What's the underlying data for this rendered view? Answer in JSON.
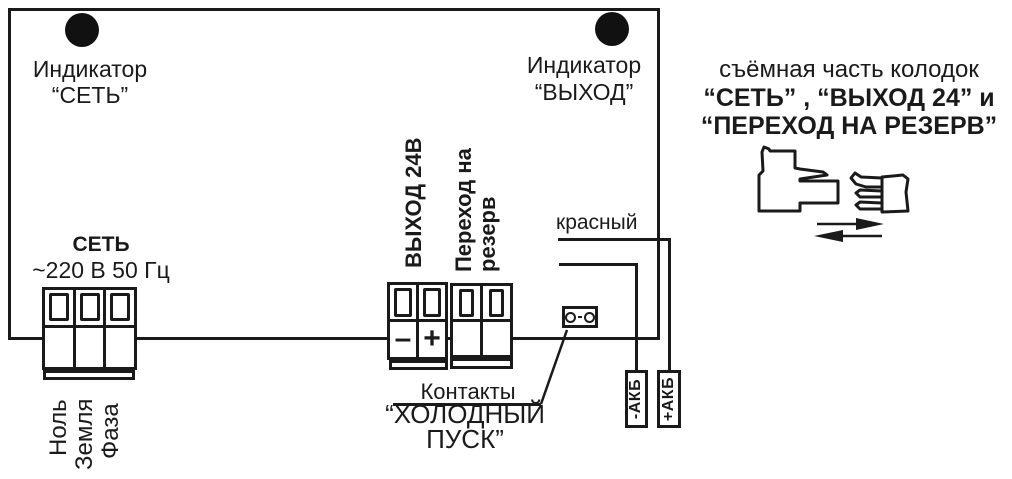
{
  "colors": {
    "ink": "#1a1a1a"
  },
  "panel": {
    "indicator_net": {
      "line1": "Индикатор",
      "line2": "“СЕТЬ”"
    },
    "indicator_out": {
      "line1": "Индикатор",
      "line2": "“ВЫХОД”"
    }
  },
  "mains": {
    "title": "СЕТЬ",
    "rating": "~220 В 50 Гц",
    "terminals": [
      "Ноль",
      "Земля",
      "Фаза"
    ]
  },
  "output24": {
    "label": "ВЫХОД 24В",
    "minus": "–",
    "plus": "+"
  },
  "reserve": {
    "label_line1": "Переход на",
    "label_line2": "резерв"
  },
  "battery": {
    "red_wire": "красный",
    "neg": "-АКБ",
    "pos": "+АКБ"
  },
  "cold_start": {
    "caption": "Контакты",
    "name_line1": "“ХОЛОДНЫЙ",
    "name_line2": "ПУСК”"
  },
  "removable_note": {
    "line1": "съёмная часть колодок",
    "line2": "“СЕТЬ” , “ВЫХОД 24” и",
    "line3": "“ПЕРЕХОД НА РЕЗЕРВ”"
  }
}
